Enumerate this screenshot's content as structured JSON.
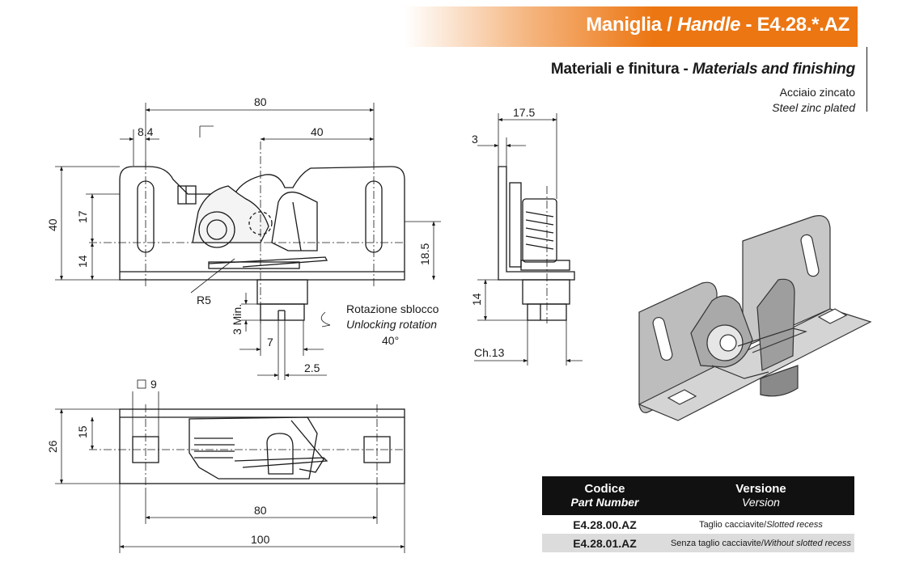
{
  "header": {
    "title_it": "Maniglia / ",
    "title_en": "Handle",
    "title_code": " - E4.28.*.AZ",
    "accent_color": "#ec7612"
  },
  "materials": {
    "title_it": "Materiali e finitura - ",
    "title_en": "Materials and finishing",
    "material_it": "Acciaio zincato",
    "material_en": "Steel zinc plated"
  },
  "drawing": {
    "front_view": {
      "dims": [
        "80",
        "8.4",
        "40",
        "40",
        "17",
        "14",
        "18.5",
        "R5",
        "3 Min.",
        "7",
        "2.5"
      ]
    },
    "rotation_note": {
      "it": "Rotazione sblocco",
      "en": "Unlocking rotation",
      "angle": "40°"
    },
    "side_view": {
      "dims": [
        "17.5",
        "3",
        "14",
        "Ch.13"
      ]
    },
    "top_view": {
      "dims": [
        "9",
        "15",
        "26",
        "80",
        "100"
      ]
    }
  },
  "table": {
    "headers": [
      {
        "it": "Codice",
        "en": "Part Number"
      },
      {
        "it": "Versione",
        "en": "Version"
      }
    ],
    "rows": [
      {
        "code": "E4.28.00.AZ",
        "version_it": "Taglio cacciavite/",
        "version_en": "Slotted recess"
      },
      {
        "code": "E4.28.01.AZ",
        "version_it": "Senza taglio cacciavite/",
        "version_en": "Without slotted recess"
      }
    ]
  }
}
